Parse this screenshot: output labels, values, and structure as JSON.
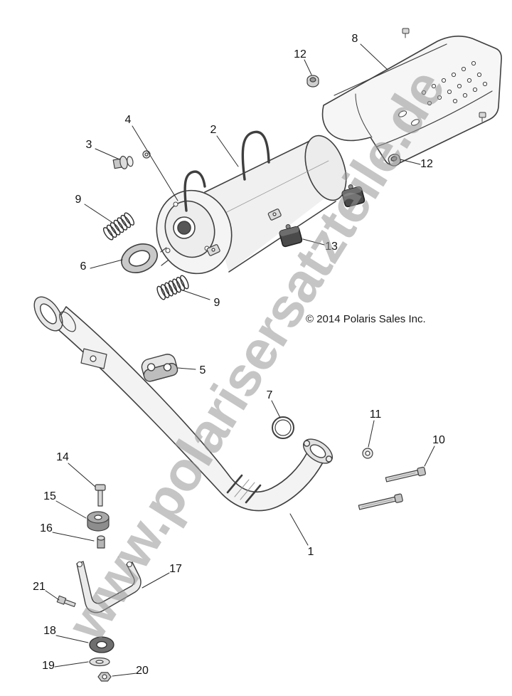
{
  "diagram": {
    "watermark": "www.polarisersatzteile.de",
    "copyright": "© 2014 Polaris Sales Inc.",
    "callouts": [
      {
        "label": "12"
      },
      {
        "label": "8"
      },
      {
        "label": "4"
      },
      {
        "label": "2"
      },
      {
        "label": "3"
      },
      {
        "label": "12"
      },
      {
        "label": "9"
      },
      {
        "label": "13"
      },
      {
        "label": "6"
      },
      {
        "label": "9"
      },
      {
        "label": "5"
      },
      {
        "label": "7"
      },
      {
        "label": "11"
      },
      {
        "label": "10"
      },
      {
        "label": "14"
      },
      {
        "label": "15"
      },
      {
        "label": "16"
      },
      {
        "label": "1"
      },
      {
        "label": "17"
      },
      {
        "label": "21"
      },
      {
        "label": "18"
      },
      {
        "label": "19"
      },
      {
        "label": "20"
      }
    ],
    "colors": {
      "line": "#3f3f3f",
      "fill_light": "#f3f3f3",
      "fill_dark": "#4a4a4a",
      "watermark_gray": "#969696"
    }
  }
}
